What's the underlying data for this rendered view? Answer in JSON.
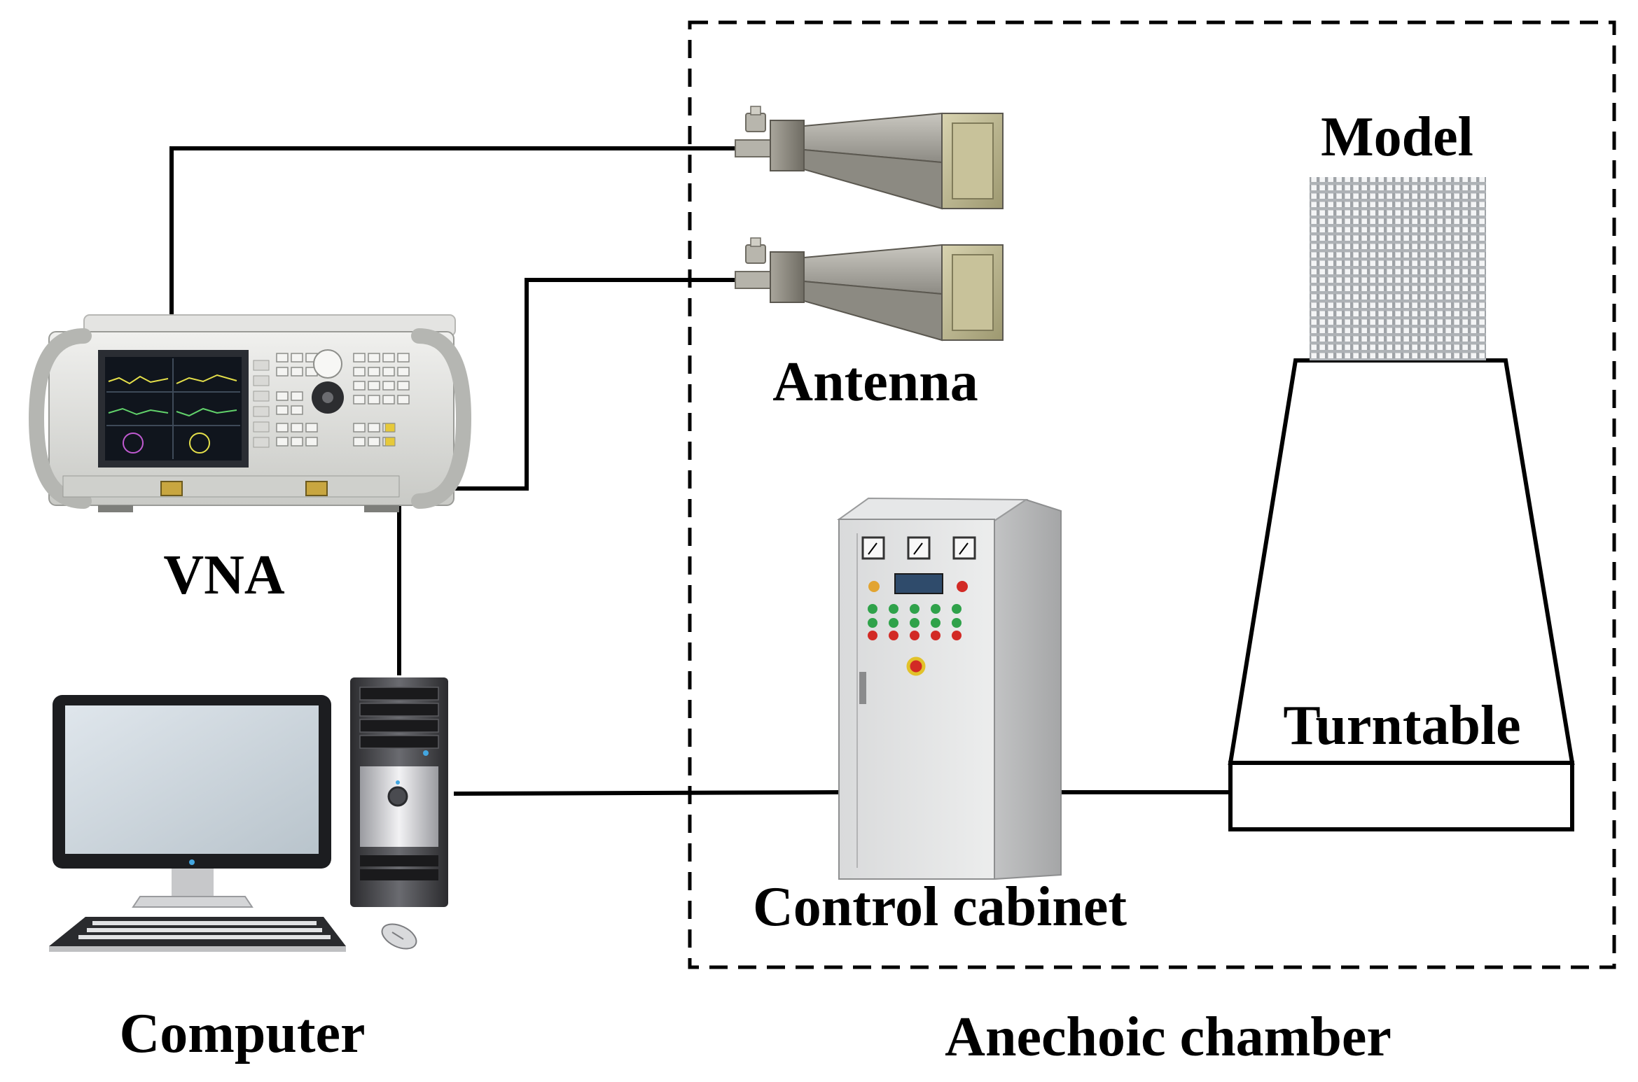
{
  "labels": {
    "vna": "VNA",
    "computer": "Computer",
    "antenna": "Antenna",
    "model": "Model",
    "turntable": "Turntable",
    "control_cabinet": "Control cabinet",
    "anechoic_chamber": "Anechoic chamber"
  }
}
